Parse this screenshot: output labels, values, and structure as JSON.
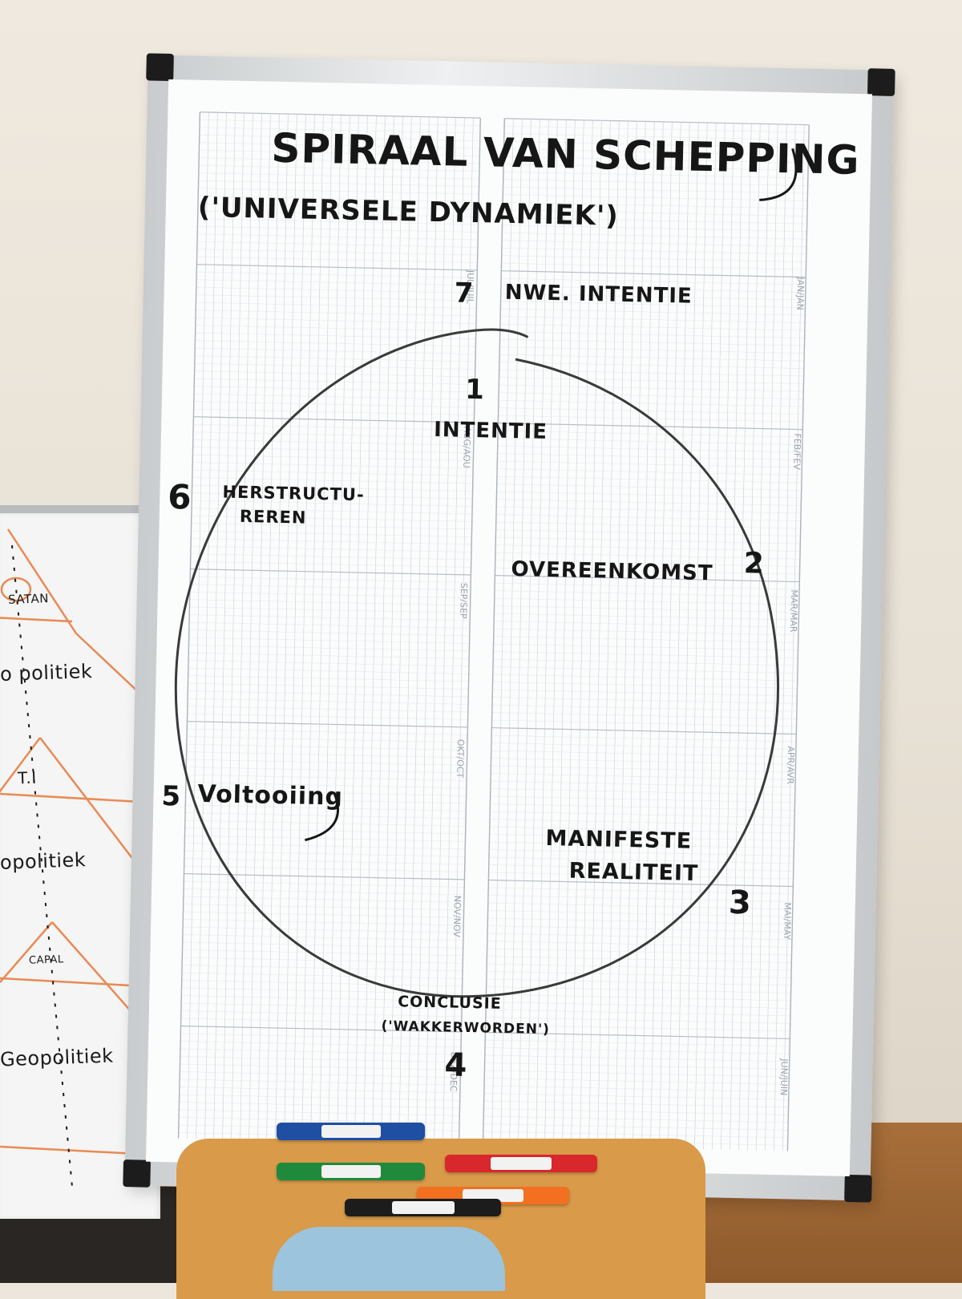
{
  "board": {
    "title": "SPIRAAL VAN SCHEPPING",
    "subtitle": "('UNIVERSELE DYNAMIEK')",
    "months": [
      "JUL/JUIL",
      "AUG/AOU",
      "SEP/SEP",
      "OKT/OCT",
      "NOV/NOV",
      "DEZ/DEC",
      "JAN/JAN",
      "FEB/FEV",
      "MAR/MAR",
      "APR/AVR",
      "MAI/MAY",
      "JUN/JUIN"
    ],
    "steps": {
      "s1_num": "1",
      "s1_label": "INTENTIE",
      "s2_num": "2",
      "s2_label": "OVEREENKOMST",
      "s3_num": "3",
      "s3_label_a": "MANIFESTE",
      "s3_label_b": "REALITEIT",
      "s4_num": "4",
      "s4_label_a": "CONCLUSIE",
      "s4_label_b": "('WAKKERWORDEN')",
      "s5_num": "5",
      "s5_label": "Voltooiing",
      "s6_num": "6",
      "s6_label_a": "HERSTRUCTU-",
      "s6_label_b": "REREN",
      "s7_num": "7",
      "s7_label": "NWE. INTENTIE"
    }
  },
  "left_board": {
    "t1": "SATAN",
    "t2": "o politiek",
    "t3": "T.I",
    "t4": "opolitiek",
    "t5": "CAPAL",
    "t6": "Geopolitiek"
  },
  "colors": {
    "ink": "#161616",
    "orange_ink": "#e98a55",
    "grid": "#c7cfd6",
    "board_white": "#fbfcfc",
    "frame_metal": "#c9ccce",
    "wall": "#ece6dc",
    "floor": "#a86f3a"
  },
  "markers": [
    {
      "color": "#1f4fa3"
    },
    {
      "color": "#1f8a3c"
    },
    {
      "color": "#d9272e"
    },
    {
      "color": "#f2701f"
    },
    {
      "color": "#1c1c1c"
    }
  ]
}
